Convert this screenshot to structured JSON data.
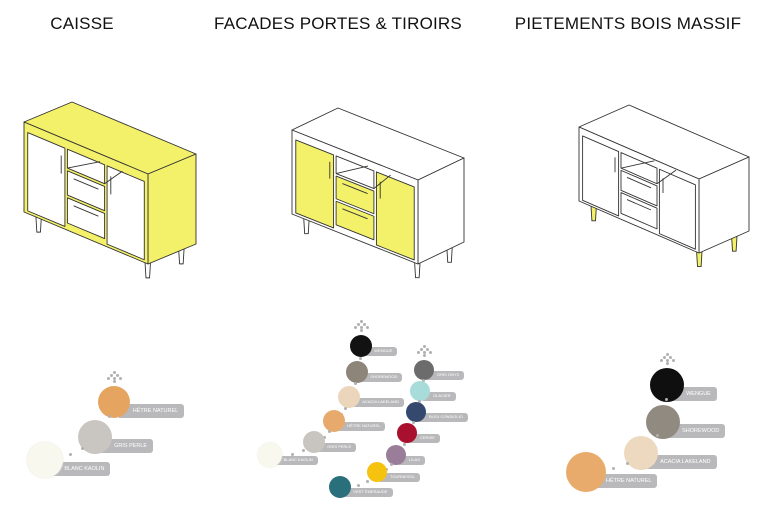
{
  "sections": [
    {
      "title": "CAISSE",
      "highlight": "caisse",
      "swatches": [
        {
          "label": "HÊTRE NATUREL",
          "color": "#e6a461"
        },
        {
          "label": "GRIS PERLE",
          "color": "#c9c6c2"
        },
        {
          "label": "BLANC KAOLIN",
          "color": "#f8f8ee"
        }
      ]
    },
    {
      "title": "FACADES PORTES & TIROIRS",
      "highlight": "facades",
      "swatches": [
        {
          "label": "WENGUE",
          "color": "#121212"
        },
        {
          "label": "SHOREWOOD",
          "color": "#8d847a"
        },
        {
          "label": "ACACIA LAKELAND",
          "color": "#ecd6bb"
        },
        {
          "label": "HÊTRE NATUREL",
          "color": "#e8aa6c"
        },
        {
          "label": "GRIS PERLE",
          "color": "#c8c5c1"
        },
        {
          "label": "BLANC KAOLIN",
          "color": "#f8f8ee"
        },
        {
          "label": "GRIS ONYX",
          "color": "#6c6c6c"
        },
        {
          "label": "GLACIER",
          "color": "#a7dcdb"
        },
        {
          "label": "BLEU CONSIGLIO",
          "color": "#34496d"
        },
        {
          "label": "CERISE",
          "color": "#a8102e"
        },
        {
          "label": "LILAS",
          "color": "#9a7d98"
        },
        {
          "label": "TOURNESOL",
          "color": "#f4c20f"
        },
        {
          "label": "VERT ÉMERAUDE",
          "color": "#2a6f7c"
        }
      ]
    },
    {
      "title": "PIETEMENTS BOIS MASSIF",
      "highlight": "legs",
      "swatches": [
        {
          "label": "WENGUE",
          "color": "#0f0f0f"
        },
        {
          "label": "SHOREWOOD",
          "color": "#918a80"
        },
        {
          "label": "ACACIA LAKELAND",
          "color": "#edd9bf"
        },
        {
          "label": "HÊTRE NATUREL",
          "color": "#e9ab6b"
        }
      ]
    }
  ],
  "highlight_color": "#f3f06a"
}
